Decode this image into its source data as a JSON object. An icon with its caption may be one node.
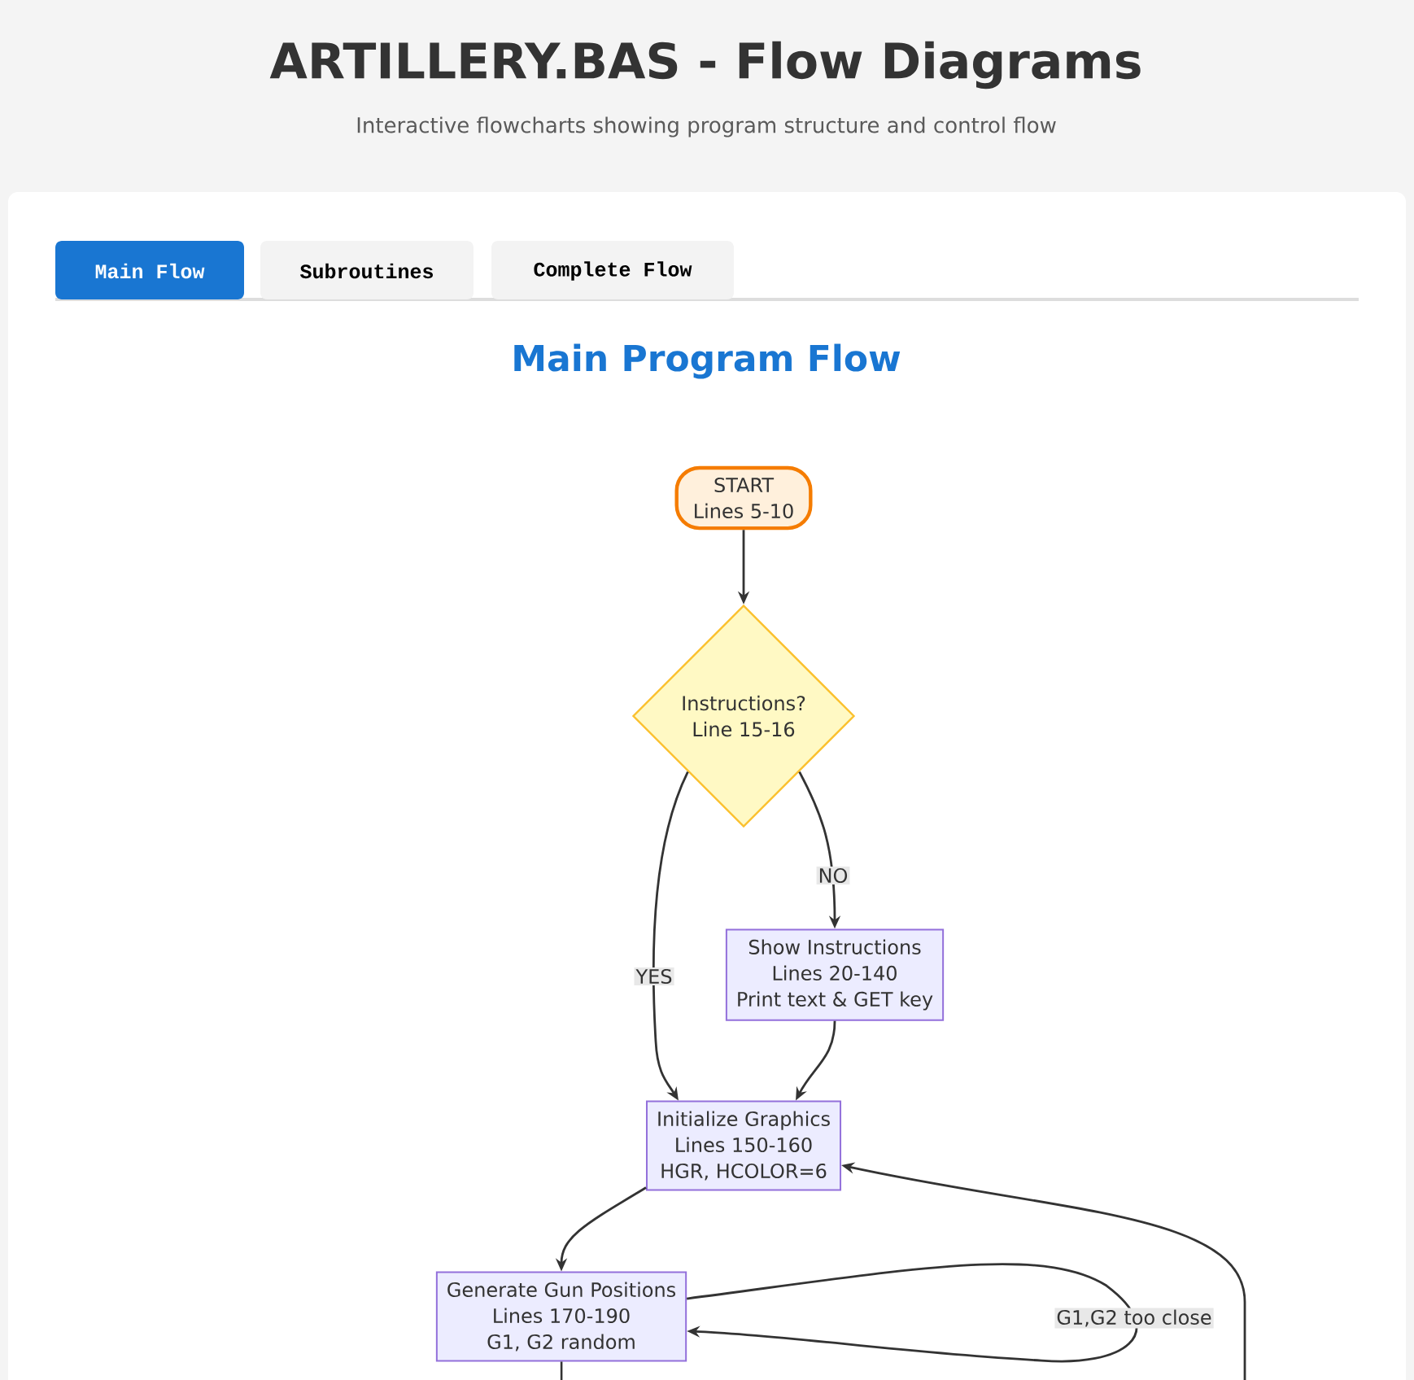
{
  "diagram": {
    "title": "ARTILLERY.BAS - Flow Diagrams",
    "nodes": [
      {
        "text": [
          "START",
          "Lines 5-10"
        ]
      },
      {
        "text": [
          "Instructions?",
          "Line 15-16"
        ]
      },
      {
        "text": [
          "Show Instructions",
          "Lines 20-140",
          "Print text & GET key"
        ]
      },
      {
        "text": [
          "Initialize Graphics",
          "Lines 150-160",
          "HGR, HCOLOR=6"
        ]
      },
      {
        "text": [
          "Generate Gun Positions",
          "Lines 170-190",
          "G1, G2 random"
        ]
      }
    ],
    "edges": [
      {
        "from": 0,
        "to": 1,
        "arrow": "to"
      },
      {
        "from": 1,
        "to": 3,
        "arrow": "to",
        "label": "YES"
      },
      {
        "from": 1,
        "to": 2,
        "arrow": "to",
        "label": "NO"
      },
      {
        "from": 2,
        "to": 3,
        "arrow": "to"
      },
      {
        "from": 3,
        "to": 4,
        "arrow": "to"
      },
      {
        "from": 4,
        "to": 4,
        "arrow": "to",
        "label": "G1,G2 too close"
      },
      {
        "from": null,
        "to": 3,
        "arrow": "to"
      },
      {
        "from": 4,
        "to": null,
        "arrow": "none"
      }
    ],
    "labels": [
      "Interactive flowcharts showing program structure and control flow",
      "Main Flow",
      "Subroutines",
      "Complete Flow",
      "Main Program Flow"
    ]
  }
}
